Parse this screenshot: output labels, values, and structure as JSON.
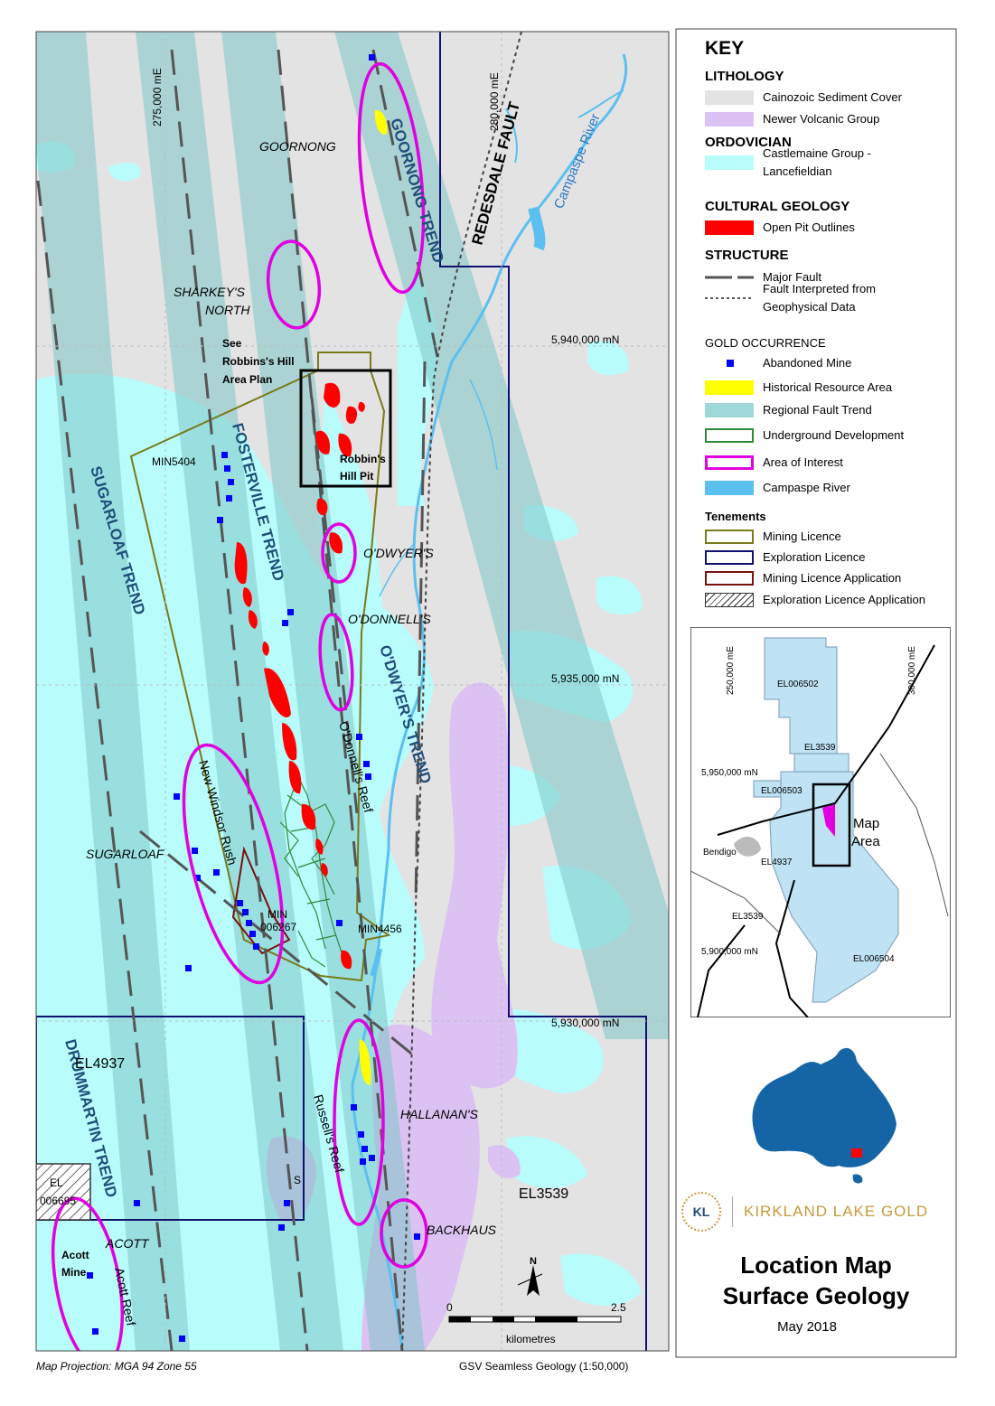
{
  "key": {
    "title": "KEY",
    "groups": [
      {
        "heading": "LITHOLOGY",
        "items": [
          {
            "label": "Cainozoic Sediment Cover",
            "swatch": "fill",
            "color": "#e3e3e3",
            "border": "#e3e3e3"
          },
          {
            "label": "Newer Volcanic Group",
            "swatch": "fill",
            "color": "#dcc2f2",
            "border": "#dcc2f2"
          }
        ]
      },
      {
        "heading": "ORDOVICIAN",
        "items": [
          {
            "label": "Castlemaine Group -\nLancefieldian",
            "swatch": "fill",
            "color": "#b8fcfc",
            "border": "#b8fcfc"
          }
        ]
      },
      {
        "heading": "CULTURAL GEOLOGY",
        "items": [
          {
            "label": "Open Pit Outlines",
            "swatch": "fill",
            "color": "#ff0000",
            "border": "#ff0000"
          }
        ]
      },
      {
        "heading": "STRUCTURE",
        "items": [
          {
            "label": "Major Fault",
            "swatch": "dash",
            "color": "#555555"
          },
          {
            "label": "Fault Interpreted from\nGeophysical Data",
            "swatch": "dot",
            "color": "#555555"
          }
        ]
      },
      {
        "heading": "GOLD OCCURRENCE",
        "items": [
          {
            "label": "Abandoned Mine",
            "swatch": "square",
            "color": "#0000ff"
          },
          {
            "label": "Historical Resource Area",
            "swatch": "fill",
            "color": "#ffff00",
            "border": "#ffff00"
          },
          {
            "label": "Regional Fault Trend",
            "swatch": "fill",
            "color": "#9fd8d8",
            "border": "#9fd8d8"
          },
          {
            "label": "Underground Development",
            "swatch": "outline",
            "color": "#2e8b3a"
          },
          {
            "label": "Area of Interest",
            "swatch": "outline-thick",
            "color": "#e000e0"
          },
          {
            "label": "Campaspe River",
            "swatch": "fill",
            "color": "#5bc0f0",
            "border": "#5bc0f0"
          }
        ]
      },
      {
        "heading": "Tenements",
        "items": [
          {
            "label": "Mining Licence",
            "swatch": "outline",
            "color": "#7a7a1a"
          },
          {
            "label": "Exploration Licence",
            "swatch": "outline",
            "color": "#101070"
          },
          {
            "label": "Mining Licence Application",
            "swatch": "outline",
            "color": "#7a1010"
          },
          {
            "label": "Exploration Licence Application",
            "swatch": "hatch",
            "color": "#333333"
          }
        ]
      }
    ]
  },
  "map": {
    "grid": {
      "e275": "275,000 mE",
      "e280": "280,000 mE",
      "n5940": "5,940,000 mN",
      "n5935": "5,935,000 mN",
      "n5930": "5,930,000 mN"
    },
    "places": {
      "goornong": "GOORNONG",
      "sharkeys1": "SHARKEY'S",
      "sharkeys2": "NORTH",
      "see1": "See",
      "see2": "Robbins's Hill",
      "see3": "Area Plan",
      "robbins1": "Robbin's",
      "robbins2": "Hill Pit",
      "odwyers": "O'DWYER'S",
      "odonnells": "O'DONNELL'S",
      "sugarloaf": "SUGARLOAF",
      "hallanans": "HALLANAN'S",
      "backhaus": "BACKHAUS",
      "acott": "ACOTT",
      "acottmine1": "Acott",
      "acottmine2": "Mine",
      "min5404": "MIN5404",
      "min4456": "MIN4456",
      "min006267a": "MIN",
      "min006267b": "006267",
      "el4937": "EL4937",
      "el3539": "EL3539",
      "el006695a": "EL",
      "el006695b": "006695",
      "s": "S"
    },
    "trends": {
      "goornong": "GOORNONG TREND",
      "fosterville": "FOSTERVILLE TREND",
      "sugarloaf": "SUGARLOAF TREND",
      "odwyers": "O'DWYER'S TREND",
      "drummartin": "DRUMMARTIN TREND"
    },
    "faults": {
      "redesdale": "REDESDALE FAULT"
    },
    "reefs": {
      "odonnells": "O'Donnell's Reef",
      "newwindsor": "New Windsor Rush",
      "russells": "Russell's Reef",
      "acott": "Acott Reef"
    },
    "river": "Campaspe River",
    "scale": {
      "zero": "0",
      "max": "2.5",
      "unit": "kilometres"
    },
    "north": "N"
  },
  "inset": {
    "e250": "250,000 mE",
    "e300": "300,000 mE",
    "n5950": "5,950,000 mN",
    "n5900": "5,900,000 mN",
    "el006502": "EL006502",
    "el3539a": "EL3539",
    "el006503": "EL006503",
    "el4937": "EL4937",
    "el3539b": "EL3539",
    "el006504": "EL006504",
    "bendigo": "Bendigo",
    "maparea1": "Map",
    "maparea2": "Area"
  },
  "brand": {
    "logo_letters": "KL",
    "company": "KIRKLAND LAKE GOLD"
  },
  "title": {
    "line1": "Location Map",
    "line2": "Surface Geology",
    "date": "May 2018"
  },
  "footer": {
    "projection": "Map Projection: MGA 94 Zone 55",
    "source": "GSV Seamless Geology (1:50,000)"
  }
}
